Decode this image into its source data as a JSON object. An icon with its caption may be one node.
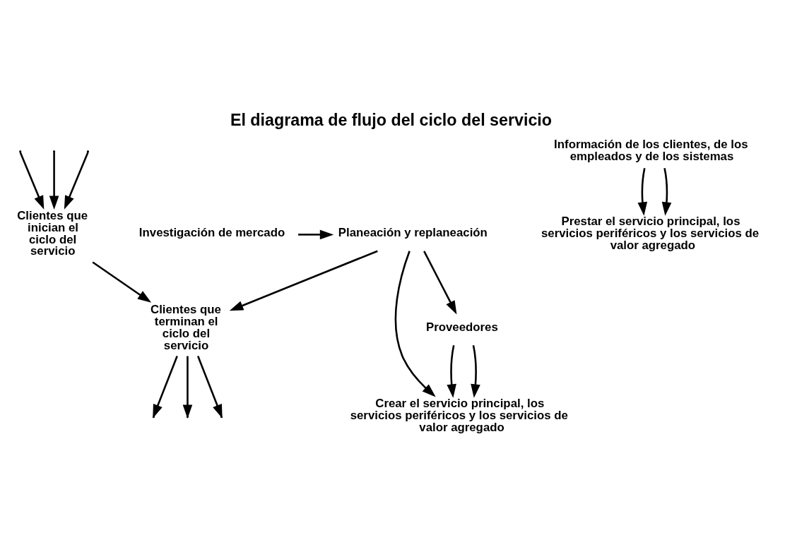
{
  "diagram": {
    "title": "El diagrama de flujo del ciclo del servicio",
    "nodes": [
      {
        "text": [
          "Planeación y replaneación"
        ]
      },
      {
        "text": [
          "Investigación de mercado"
        ]
      },
      {
        "text": [
          "Proveedores"
        ]
      },
      {
        "text": [
          "Crear el servicio principal, los servicios periféricos y los servicios de valor agregado"
        ]
      },
      {
        "text": [
          "Prestar el servicio principal, los servicios periféricos y los servicios de valor agregado"
        ]
      },
      {
        "text": [
          "Información de los clientes, de los empleados y de los sistemas"
        ]
      },
      {
        "text": [
          "Clientes que inician el ciclo del servicio"
        ]
      },
      {
        "text": [
          "Clientes que terminan el ciclo del servicio"
        ]
      }
    ],
    "edges": [
      {
        "from": 1,
        "to": 0,
        "arrow": "to"
      },
      {
        "from": 0,
        "to": 2,
        "arrow": "to"
      },
      {
        "from": 0,
        "to": 3,
        "arrow": "to"
      },
      {
        "from": 0,
        "to": 7,
        "arrow": "to"
      },
      {
        "from": 2,
        "to": 3,
        "arrow": "to"
      },
      {
        "from": 2,
        "to": 3,
        "arrow": "to"
      },
      {
        "from": 6,
        "to": 7,
        "arrow": "to"
      },
      {
        "from": 5,
        "to": 4,
        "arrow": "to"
      },
      {
        "from": 5,
        "to": 4,
        "arrow": "to"
      },
      {
        "from": null,
        "to": 6,
        "arrow": "to"
      },
      {
        "from": null,
        "to": 6,
        "arrow": "to"
      },
      {
        "from": null,
        "to": 6,
        "arrow": "to"
      },
      {
        "from": 7,
        "to": null,
        "arrow": "to"
      },
      {
        "from": 7,
        "to": null,
        "arrow": "to"
      },
      {
        "from": 7,
        "to": null,
        "arrow": "to"
      }
    ]
  }
}
